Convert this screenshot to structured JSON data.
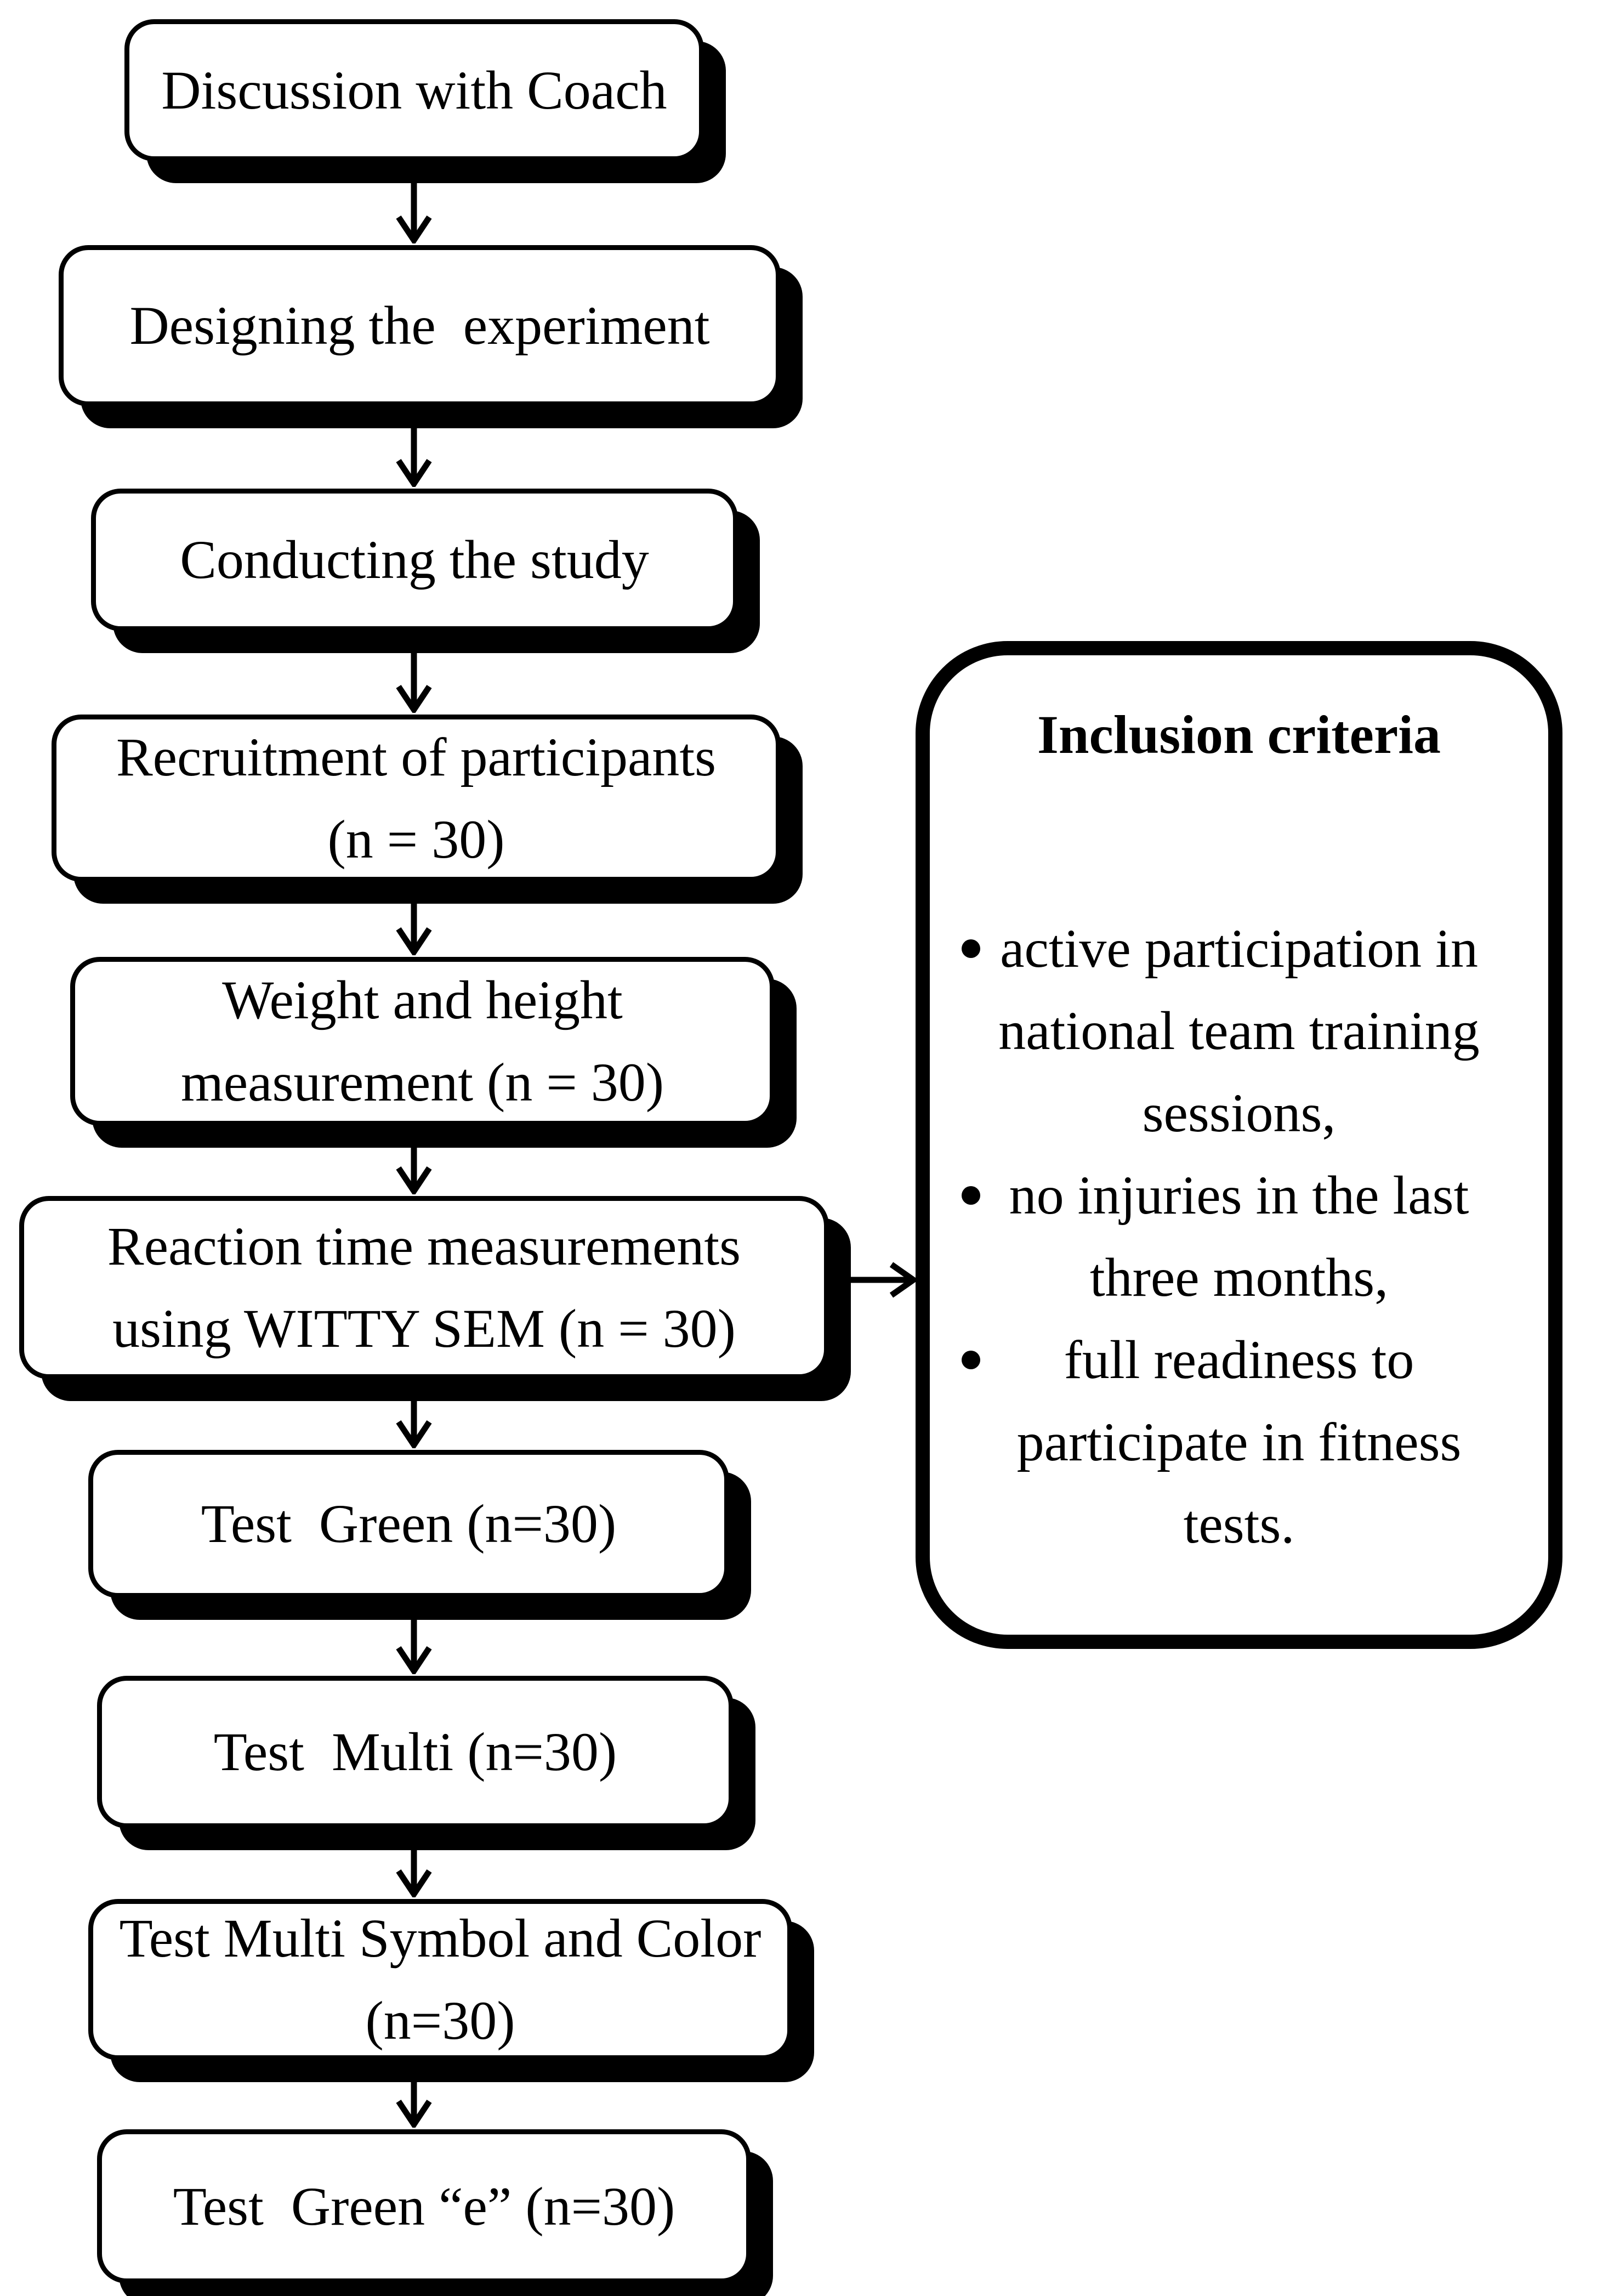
{
  "figure": {
    "background_color": "#ffffff",
    "ink_color": "#000000",
    "flow_boxes": [
      {
        "id": "discussion-with-coach",
        "lines": [
          "Discussion with Coach"
        ]
      },
      {
        "id": "designing-experiment",
        "lines": [
          "Designing the  experiment"
        ]
      },
      {
        "id": "conducting-study",
        "lines": [
          "Conducting the study"
        ]
      },
      {
        "id": "recruitment",
        "lines": [
          "Recruitment of participants",
          "(n = 30)"
        ]
      },
      {
        "id": "weight-height",
        "lines": [
          "Weight and height",
          "measurement (n = 30)"
        ]
      },
      {
        "id": "reaction-time",
        "lines": [
          "Reaction time measurements",
          "using WITTY SEM (n = 30)"
        ]
      },
      {
        "id": "test-green",
        "lines": [
          "Test  Green (n=30)"
        ]
      },
      {
        "id": "test-multi",
        "lines": [
          "Test  Multi (n=30)"
        ]
      },
      {
        "id": "test-multi-symbol-color",
        "lines": [
          "Test Multi Symbol and Color",
          "(n=30)"
        ]
      },
      {
        "id": "test-green-e",
        "lines": [
          "Test  Green “e” (n=30)"
        ]
      }
    ],
    "inclusion_panel": {
      "title": "Inclusion criteria",
      "bullets": [
        "active participation in national team training sessions,",
        "no injuries in the last three months,",
        "full readiness to participate in fitness tests."
      ]
    },
    "icons": {
      "down_arrow": "↓",
      "right_arrow": "→",
      "bullet_dot": "•"
    }
  }
}
